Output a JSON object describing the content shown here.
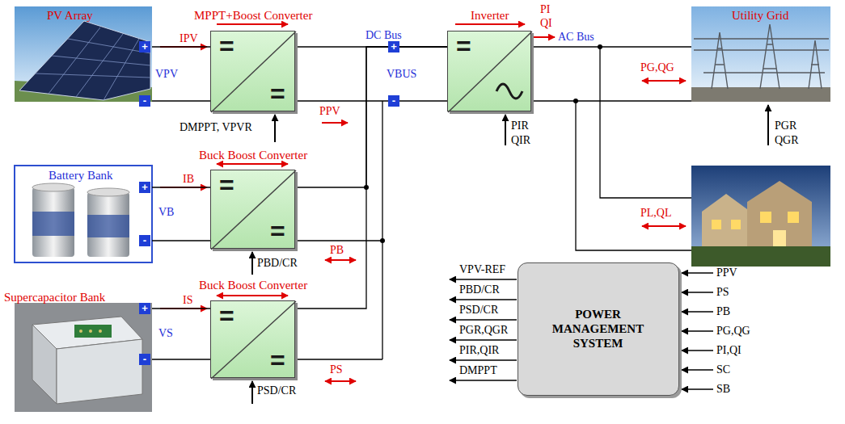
{
  "diagram": {
    "nodes": [
      {
        "text": [
          "PV Array"
        ]
      },
      {
        "text": [
          "MPPT+Boost Converter",
          "=",
          "="
        ]
      },
      {
        "text": [
          "Inverter",
          "="
        ]
      },
      {
        "text": [
          "Utility Grid"
        ]
      },
      {
        "text": [
          "Battery Bank"
        ]
      },
      {
        "text": [
          "Buck Boost Converter",
          "=",
          "="
        ]
      },
      {
        "text": [
          "Supercapacitor Bank"
        ]
      },
      {
        "text": [
          "Buck Boost Converter",
          "=",
          "="
        ]
      },
      {
        "text": [
          "POWER MANAGEMENT SYSTEM"
        ]
      }
    ],
    "edges": [
      {
        "from": 0,
        "to": 1,
        "arrow": "none"
      },
      {
        "from": 1,
        "to": 2,
        "arrow": "none"
      },
      {
        "from": 2,
        "to": 3,
        "arrow": "none"
      },
      {
        "from": 4,
        "to": 5,
        "arrow": "none"
      },
      {
        "from": 5,
        "to": 2,
        "arrow": "none"
      },
      {
        "from": 6,
        "to": 7,
        "arrow": "none"
      },
      {
        "from": 7,
        "to": 2,
        "arrow": "none"
      }
    ],
    "labels": [
      "IPV",
      "VPV",
      "+",
      "-",
      "DMPPT, VPVR",
      "PPV",
      "DC Bus",
      "+",
      "VBUS",
      "-",
      "PI",
      "QI",
      "AC Bus",
      "PIR",
      "QIR",
      "PG,QG",
      "PGR",
      "QGR",
      "IB",
      "VB",
      "+",
      "-",
      "PBD/CR",
      "PB",
      "PL,QL",
      "IS",
      "VS",
      "+",
      "-",
      "PSD/CR",
      "PS",
      "VPV-REF",
      "PBD/CR",
      "PSD/CR",
      "PGR,QGR",
      "PIR,QIR",
      "DMPPT",
      "PPV",
      "PS",
      "PB",
      "PG,QG",
      "PI,QI",
      "SC",
      "SB"
    ]
  }
}
